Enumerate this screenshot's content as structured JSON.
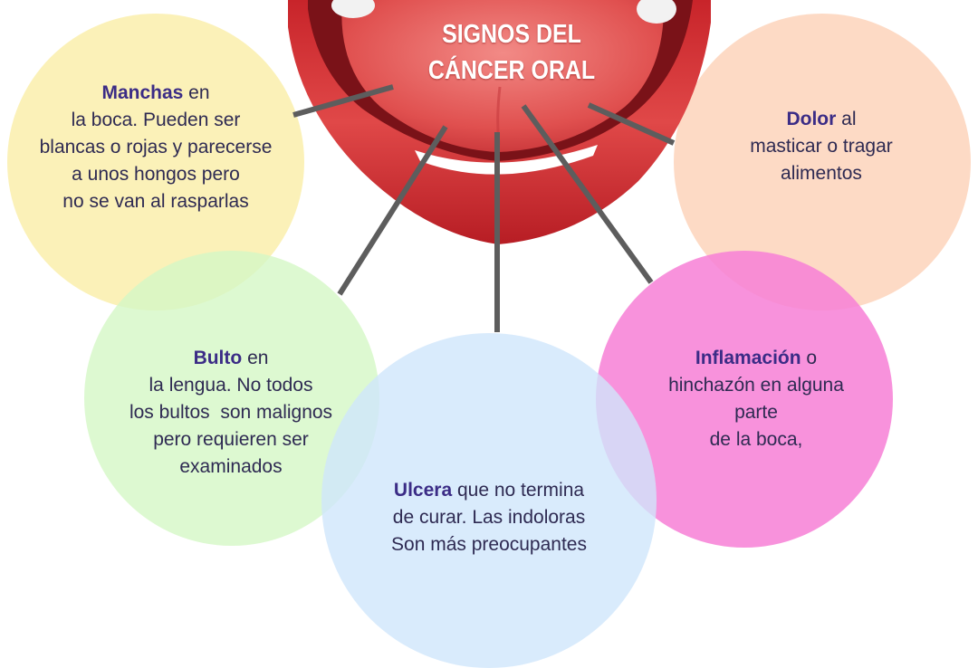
{
  "title": {
    "line1": "SIGNOS",
    "line2": "DEL CÁNCER ORAL"
  },
  "colors": {
    "manchas": "#fbf0b0",
    "dolor": "#fdd6bf",
    "bulto": "#d4f7c5",
    "ulcera": "#cfe6fb",
    "inflamacion": "#f77fd6",
    "text": "#2e2a52",
    "heading": "#3b2c86",
    "connector": "#5d5d5d",
    "lips": "#d83b3b"
  },
  "signs": {
    "manchas": {
      "heading": "Manchas",
      "lines": [
        "en",
        "la boca. Pueden ser",
        "blancas o rojas y parecerse",
        "a unos hongos pero",
        "no se van al rasparlas"
      ]
    },
    "dolor": {
      "heading": "Dolor",
      "lines": [
        "al",
        "masticar o tragar",
        "alimentos"
      ]
    },
    "bulto": {
      "heading": "Bulto",
      "lines": [
        "en",
        "la lengua. No todos",
        "los bultos  son malignos",
        "pero requieren ser",
        "examinados"
      ]
    },
    "inflamacion": {
      "heading": "Inflamación",
      "lines": [
        " o",
        "hinchazón en alguna",
        "parte",
        "de la boca,"
      ]
    },
    "ulcera": {
      "heading": "Ulcera",
      "lines": [
        " que no termina",
        "de curar. Las indoloras",
        "Son más preocupantes"
      ]
    }
  }
}
